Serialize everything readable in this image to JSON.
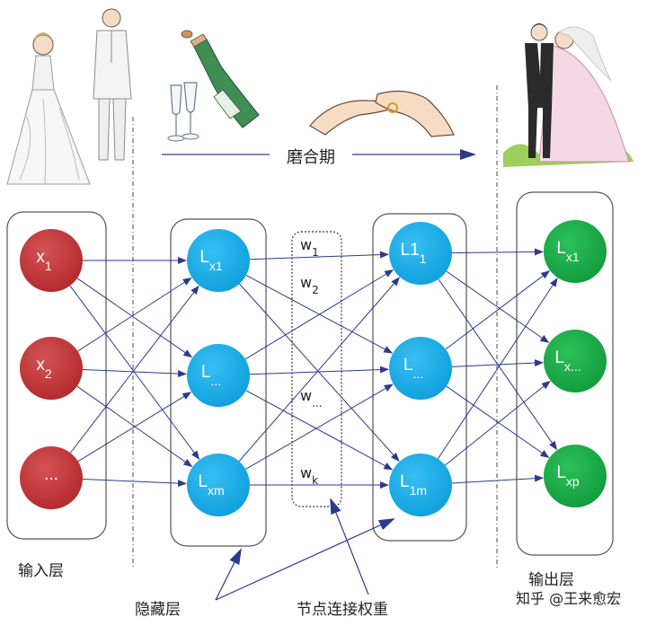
{
  "labels": {
    "input_layer": "输入层",
    "output_layer": "输出层",
    "hidden_layer": "隐藏层",
    "node_weights": "节点连接权重",
    "courtship": "磨合期",
    "watermark": "知乎 @王来愈宏"
  },
  "nodes": {
    "input": [
      {
        "base": "x",
        "sub": "1"
      },
      {
        "base": "x",
        "sub": "2"
      },
      {
        "base": "...",
        "sub": ""
      }
    ],
    "hidden1": [
      {
        "base": "L",
        "sub": "x1"
      },
      {
        "base": "L",
        "sub": "..."
      },
      {
        "base": "L",
        "sub": "xm"
      }
    ],
    "hidden2": [
      {
        "base": "L1",
        "sub": "1"
      },
      {
        "base": "L",
        "sub": "..."
      },
      {
        "base": "L",
        "sub": "1m"
      }
    ],
    "output": [
      {
        "base": "L",
        "sub": "x1"
      },
      {
        "base": "L",
        "sub": "x..."
      },
      {
        "base": "L",
        "sub": "xp"
      }
    ]
  },
  "weights": [
    {
      "base": "w",
      "sub": "1"
    },
    {
      "base": "w",
      "sub": "2"
    },
    {
      "base": "w",
      "sub": "..."
    },
    {
      "base": "w",
      "sub": "k"
    }
  ],
  "colors": {
    "input_node": "#c0393b",
    "hidden_node": "#19aee8",
    "output_node": "#1aac46",
    "arrow": "#2c3a8c"
  }
}
